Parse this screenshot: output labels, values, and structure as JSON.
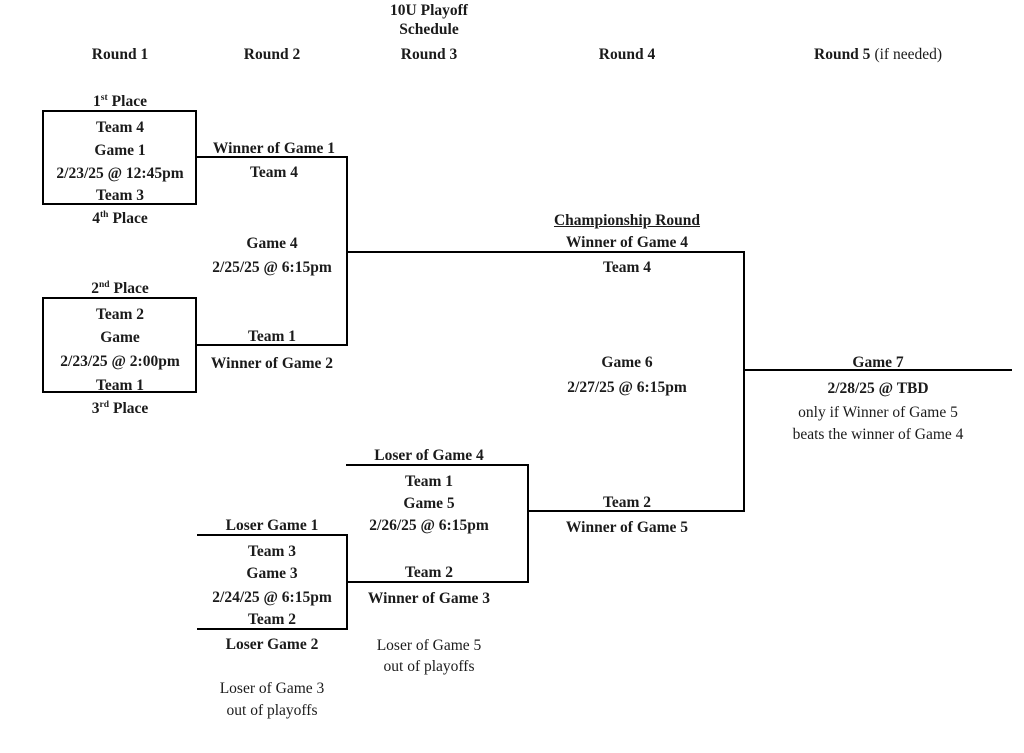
{
  "title": {
    "line1": "10U Playoff",
    "line2": "Schedule"
  },
  "headers": {
    "round1": "Round 1",
    "round2": "Round 2",
    "round3": "Round 3",
    "round4": "Round 4",
    "round5": "Round 5",
    "round5_note": "(if needed)"
  },
  "round1": {
    "game1": {
      "seed_above_num": "1",
      "seed_above_ord": "st",
      "seed_above_word": "Place",
      "team_top": "Team 4",
      "game_label": "Game 1",
      "datetime": "2/23/25 @ 12:45pm",
      "team_bottom": "Team 3",
      "seed_below_num": "4",
      "seed_below_ord": "th",
      "seed_below_word": "Place"
    },
    "game2": {
      "seed_above_num": "2",
      "seed_above_ord": "nd",
      "seed_above_word": "Place",
      "team_top": "Team 2",
      "game_label": "Game",
      "datetime": "2/23/25 @ 2:00pm",
      "team_bottom": "Team 1",
      "seed_below_num": "3",
      "seed_below_ord": "rd",
      "seed_below_word": "Place"
    }
  },
  "round2": {
    "winner_game1_label": "Winner of Game 1",
    "winner_game1_team": "Team 4",
    "game4_label": "Game 4",
    "game4_datetime": "2/25/25 @ 6:15pm",
    "winner_game2_team": "Team 1",
    "winner_game2_label": "Winner of Game 2",
    "loser_game1_label": "Loser Game 1",
    "game3_team_top": "Team 3",
    "game3_label": "Game 3",
    "game3_datetime": "2/24/25 @ 6:15pm",
    "game3_team_bottom": "Team 2",
    "loser_game2_label": "Loser Game 2",
    "elimination_line1": "Loser of Game 3",
    "elimination_line2": "out of playoffs"
  },
  "round3": {
    "loser_game4_label": "Loser of Game 4",
    "game5_team_top": "Team 1",
    "game5_label": "Game 5",
    "game5_datetime": "2/26/25 @ 6:15pm",
    "game5_team_bottom": "Team 2",
    "winner_game3_label": "Winner of Game 3",
    "elimination_line1": "Loser of Game 5",
    "elimination_line2": "out of playoffs"
  },
  "round4": {
    "championship_label": "Championship Round",
    "winner_game4_label": "Winner of Game 4",
    "winner_game4_team": "Team 4",
    "game6_label": "Game 6",
    "game6_datetime": "2/27/25 @ 6:15pm",
    "winner_game5_team": "Team 2",
    "winner_game5_label": "Winner of Game 5"
  },
  "round5": {
    "game7_label": "Game 7",
    "game7_datetime": "2/28/25 @ TBD",
    "condition_line1": "only if Winner of Game 5",
    "condition_line2": "beats the winner of Game 4"
  },
  "colors": {
    "background": "#ffffff",
    "text": "#1b1b1b",
    "line": "#000000"
  }
}
